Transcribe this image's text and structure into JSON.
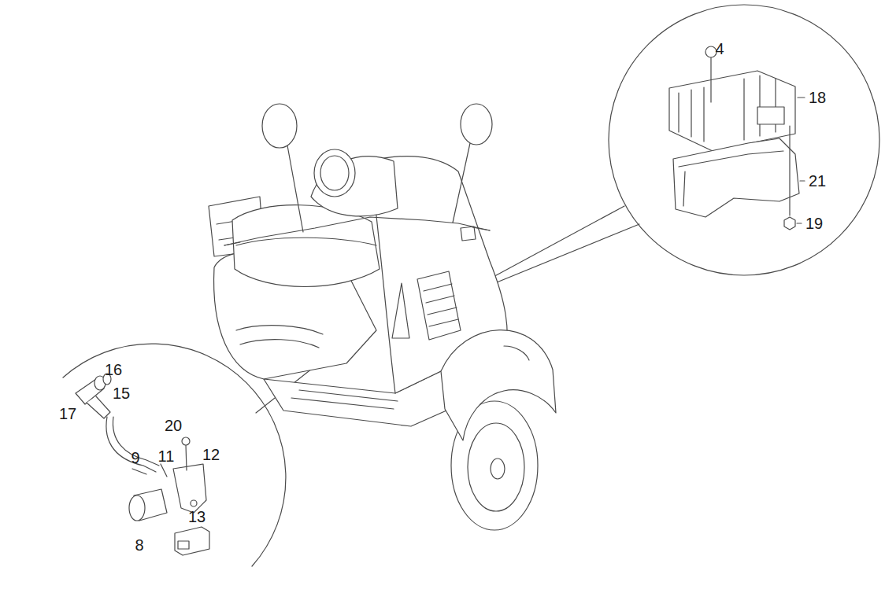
{
  "diagram": {
    "labels": [
      "4",
      "18",
      "21",
      "19",
      "16",
      "17",
      "15",
      "20",
      "9",
      "11",
      "12",
      "8",
      "13"
    ]
  }
}
